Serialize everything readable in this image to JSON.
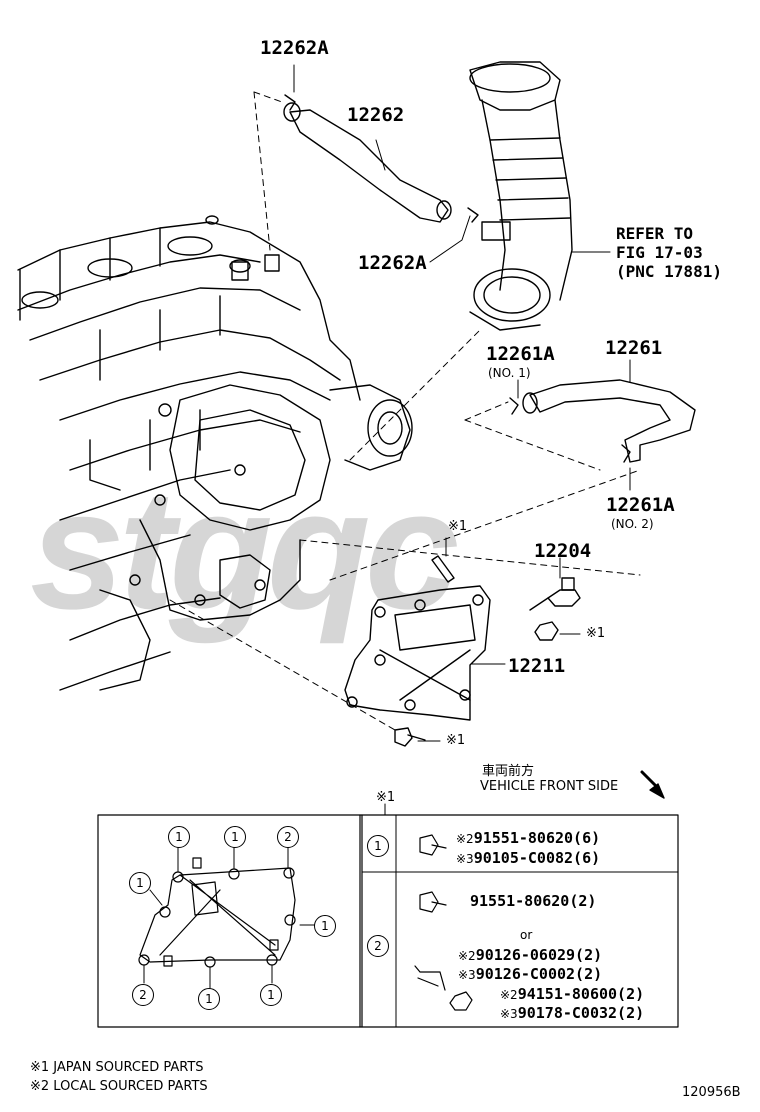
{
  "watermark": "stgqc",
  "labels": {
    "p12262A_top": "12262A",
    "p12262": "12262",
    "p12262A_mid": "12262A",
    "p12261A_1": "12261A",
    "p12261A_1_sub": "(NO. 1)",
    "p12261": "12261",
    "p12261A_2": "12261A",
    "p12261A_2_sub": "(NO. 2)",
    "p12204": "12204",
    "p12211": "12211",
    "refer_line1": "REFER TO",
    "refer_line2": "FIG 17-03",
    "refer_line3": "(PNC 17881)",
    "mark_stud": "※1",
    "mark_nut": "※1",
    "mark_bolt": "※1"
  },
  "direction": {
    "jp": "車両前方",
    "en": "VEHICLE FRONT SIDE"
  },
  "table": {
    "header_mark": "※1",
    "rows": [
      {
        "key": "1",
        "parts": [
          {
            "mark": "※2",
            "number": "91551-80620(6)"
          },
          {
            "mark": "※3",
            "number": "90105-C0082(6)"
          }
        ]
      },
      {
        "key": "2",
        "parts": [
          {
            "mark": "",
            "number": "91551-80620(2)"
          },
          {
            "mark": "",
            "number": "or"
          },
          {
            "mark": "※2",
            "number": "90126-06029(2)"
          },
          {
            "mark": "※3",
            "number": "90126-C0002(2)"
          },
          {
            "mark": "※2",
            "number": "94151-80600(2)"
          },
          {
            "mark": "※3",
            "number": "90178-C0032(2)"
          }
        ]
      }
    ],
    "gasket_callouts": [
      "1",
      "1",
      "2",
      "1",
      "1",
      "2",
      "1",
      "1"
    ]
  },
  "footnotes": {
    "n1": "※1 JAPAN SOURCED PARTS",
    "n2": "※2 LOCAL SOURCED PARTS"
  },
  "figure_id": "120956B",
  "colors": {
    "line": "#000000",
    "watermark": "#c8c8c8"
  }
}
